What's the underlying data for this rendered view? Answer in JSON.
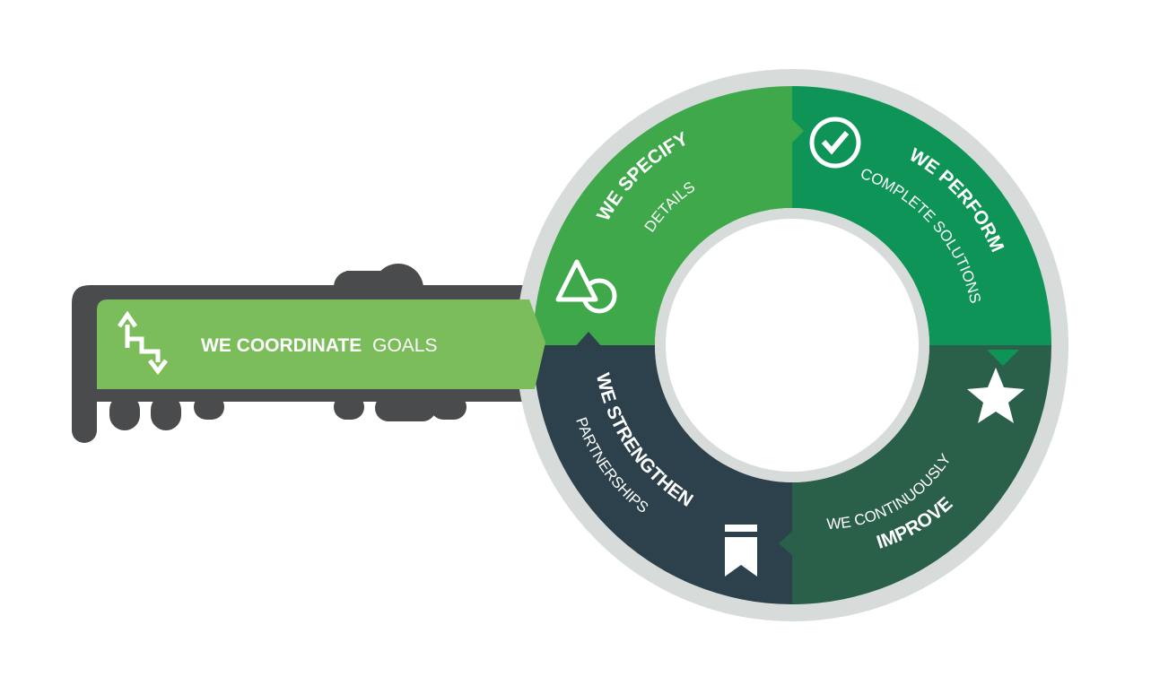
{
  "colors": {
    "key_dark": "#4a4b4d",
    "key_green": "#7cbd5b",
    "ring_outer": "#d7dcdb",
    "specify_green": "#3fa84a",
    "perform_green": "#0e9456",
    "improve_green": "#2a5f4a",
    "strengthen_navy": "#2c414b",
    "text": "#ffffff"
  },
  "coordinate": {
    "bold": "WE COORDINATE",
    "light": "GOALS",
    "icon": "route-arrows-icon"
  },
  "specify": {
    "bold": "WE SPECIFY",
    "light": "DETAILS",
    "icon": "triangle-circle-icon"
  },
  "perform": {
    "bold": "WE PERFORM",
    "light": "COMPLETE SOLUTIONS",
    "icon": "check-circle-icon"
  },
  "improve": {
    "light": "WE CONTINUOUSLY",
    "bold": "IMPROVE",
    "icon": "star-icon"
  },
  "strengthen": {
    "bold": "WE STRENGTHEN",
    "light": "PARTNERSHIPS",
    "icon": "bookmark-icon"
  }
}
